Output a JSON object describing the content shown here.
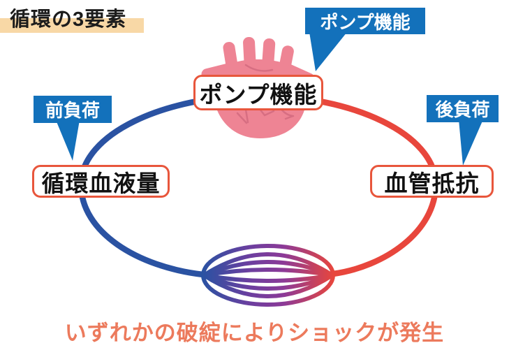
{
  "page": {
    "title": "循環の3要素"
  },
  "labels": {
    "pump_callout": "ポンプ機能",
    "pump_box": "ポンプ機能",
    "preload_callout": "前負荷",
    "blood_volume_box": "循環血液量",
    "afterload_callout": "後負荷",
    "vascular_resistance_box": "血管抵抗"
  },
  "footer": {
    "note": "いずれかの破綻によりショックが発生"
  },
  "icons": {
    "heart": "heart-illustration",
    "bundle": "capillary-bundle"
  },
  "colors": {
    "callout_blue": "#1371bb",
    "box_border_orange": "#e8563c",
    "ring_blue": "#2a52a2",
    "ring_red": "#e8463c",
    "bundle_purple": "#8c3a97",
    "heart_pink": "#ee8494",
    "heart_line_pink": "#d76e82",
    "title_highlight": "#f8d8a6",
    "note_salmon": "#ec7a5c"
  }
}
